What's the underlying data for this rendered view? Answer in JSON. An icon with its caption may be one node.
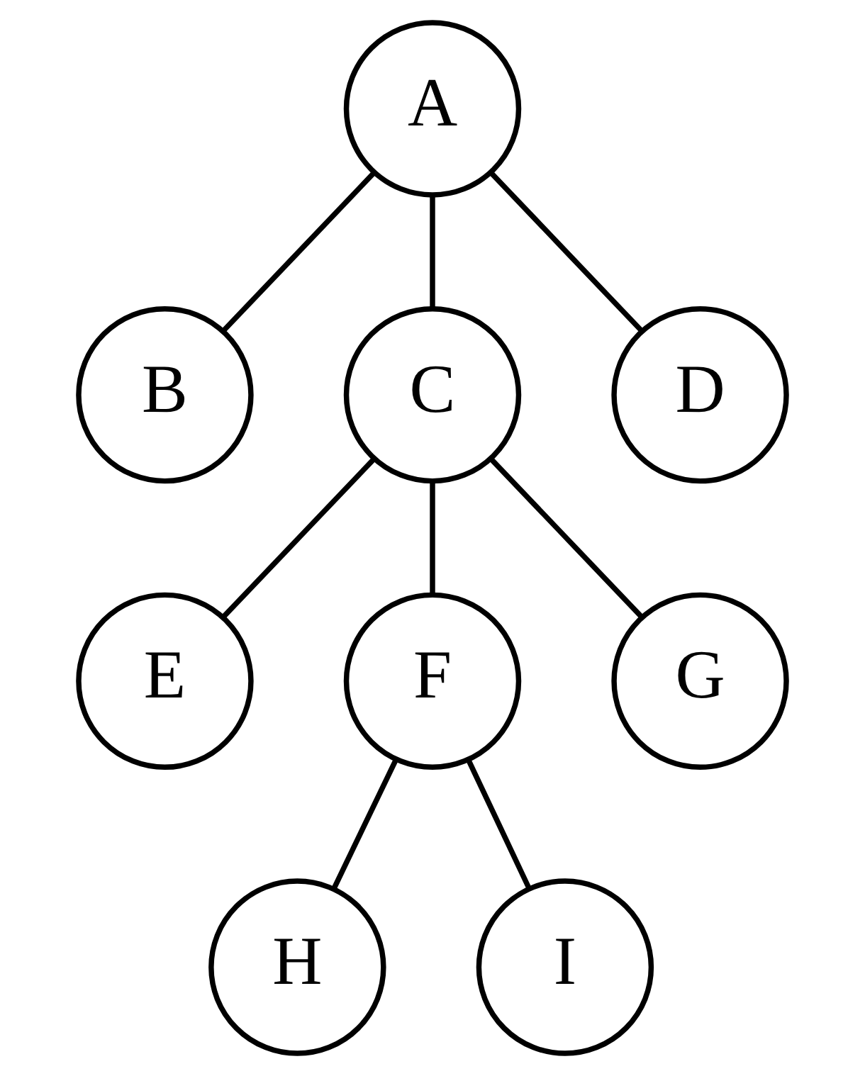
{
  "diagram": {
    "nodes": [
      {
        "text": [
          "A"
        ]
      },
      {
        "text": [
          "B"
        ]
      },
      {
        "text": [
          "C"
        ]
      },
      {
        "text": [
          "D"
        ]
      },
      {
        "text": [
          "E"
        ]
      },
      {
        "text": [
          "F"
        ]
      },
      {
        "text": [
          "G"
        ]
      },
      {
        "text": [
          "H"
        ]
      },
      {
        "text": [
          "I"
        ]
      }
    ],
    "edges": [
      {
        "from": 0,
        "to": 1,
        "arrow": "none"
      },
      {
        "from": 0,
        "to": 2,
        "arrow": "none"
      },
      {
        "from": 0,
        "to": 3,
        "arrow": "none"
      },
      {
        "from": 2,
        "to": 4,
        "arrow": "none"
      },
      {
        "from": 2,
        "to": 5,
        "arrow": "none"
      },
      {
        "from": 2,
        "to": 6,
        "arrow": "none"
      },
      {
        "from": 5,
        "to": 7,
        "arrow": "none"
      },
      {
        "from": 5,
        "to": 8,
        "arrow": "none"
      }
    ]
  }
}
